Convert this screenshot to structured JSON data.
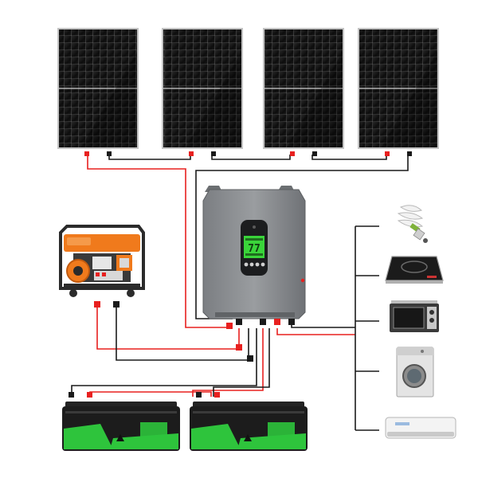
{
  "colors": {
    "positive_wire": "#e8201f",
    "negative_wire": "#1a1a1a",
    "panel_cell": "#141414",
    "panel_frame": "#b9b9b9",
    "inverter_body": "#8a8d90",
    "lcd_green": "#3ad43a",
    "generator_orange": "#f07a1c",
    "battery_green": "#2ec43c"
  },
  "icons": {
    "positive_terminal": "red-square-terminal-icon",
    "negative_terminal": "black-square-terminal-icon",
    "battery_warning": "warning-triangle-icon"
  },
  "inverter": {
    "display_reading": "77"
  },
  "solar_panels": [
    {
      "id": "panel-1"
    },
    {
      "id": "panel-2"
    },
    {
      "id": "panel-3"
    },
    {
      "id": "panel-4"
    }
  ],
  "batteries": [
    {
      "id": "battery-1"
    },
    {
      "id": "battery-2"
    }
  ],
  "loads": [
    {
      "name": "light-bulb",
      "icon": "light-bulb-icon"
    },
    {
      "name": "induction-cooktop",
      "icon": "cooktop-icon"
    },
    {
      "name": "microwave-oven",
      "icon": "oven-icon"
    },
    {
      "name": "washing-machine",
      "icon": "washing-machine-icon"
    },
    {
      "name": "air-conditioner",
      "icon": "air-conditioner-icon"
    }
  ]
}
